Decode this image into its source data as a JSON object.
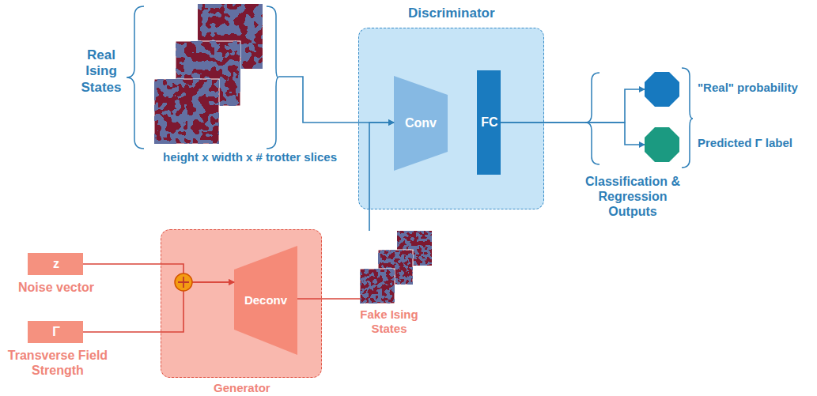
{
  "diagram": {
    "nodes": [
      {
        "text": [
          "Real Ising States",
          "height x width x # trotter slices"
        ]
      },
      {
        "text": [
          "Discriminator"
        ]
      },
      {
        "text": [
          "Conv"
        ],
        "in": 1
      },
      {
        "text": [
          "FC"
        ],
        "in": 1
      },
      {
        "text": [
          "\"Real\" probability"
        ]
      },
      {
        "text": [
          "Predicted Γ label"
        ]
      },
      {
        "text": [
          "z",
          "Noise vector"
        ]
      },
      {
        "text": [
          "Γ",
          "Transverse Field Strength"
        ]
      },
      {
        "text": [
          "Generator"
        ]
      },
      {
        "text": [
          "Deconv"
        ],
        "in": 8
      },
      {
        "text": [
          "Fake Ising States"
        ]
      }
    ],
    "edges": [
      {
        "from": 0,
        "to": 2,
        "arrow": "to"
      },
      {
        "from": 10,
        "to": 2,
        "arrow": "to"
      },
      {
        "from": 3,
        "to": 4,
        "arrow": "to"
      },
      {
        "from": 3,
        "to": 5,
        "arrow": "to"
      },
      {
        "from": 6,
        "to": 9,
        "arrow": "to"
      },
      {
        "from": 7,
        "to": 9,
        "arrow": "to"
      },
      {
        "from": 9,
        "to": 10,
        "arrow": "none"
      }
    ],
    "labels": [
      "Classification & Regression Outputs"
    ]
  }
}
